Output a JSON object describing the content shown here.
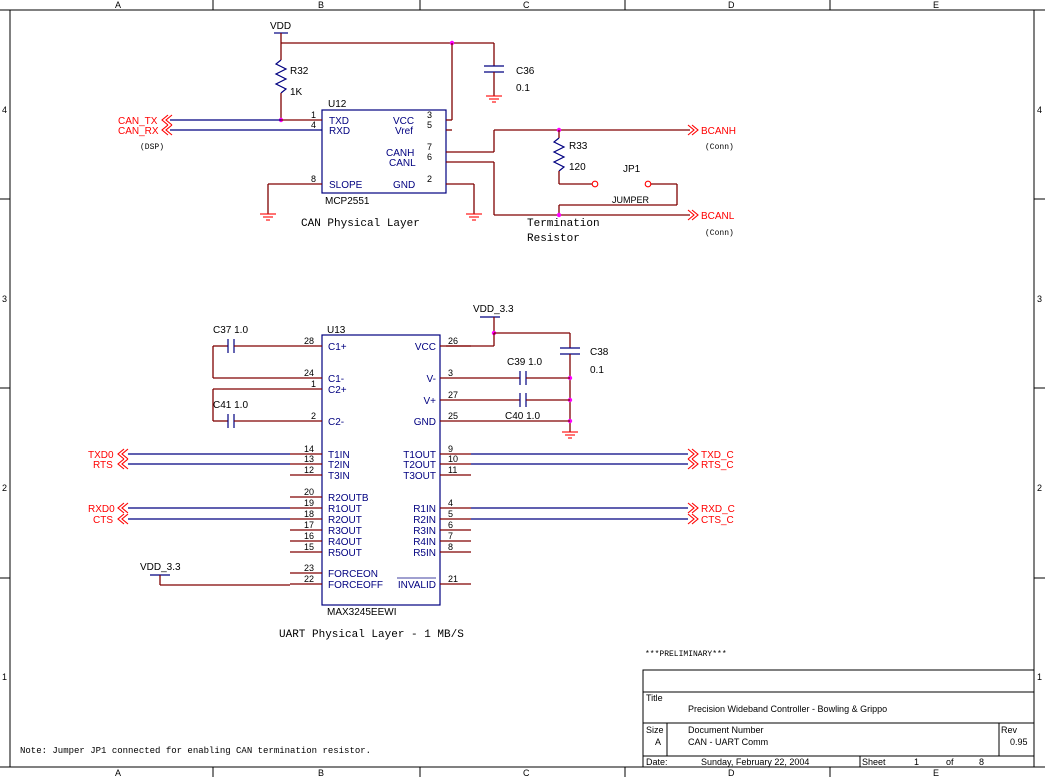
{
  "border": {
    "cols": [
      "A",
      "B",
      "C",
      "D",
      "E"
    ],
    "rows_right": [
      "4",
      "3",
      "2",
      "1"
    ],
    "rows_left": [
      "4",
      "3",
      "2",
      "1"
    ]
  },
  "can": {
    "vdd": "VDD",
    "r32": {
      "ref": "R32",
      "val": "1K"
    },
    "c36": {
      "ref": "C36",
      "val": "0.1"
    },
    "u12": {
      "ref": "U12",
      "part": "MCP2551",
      "pins_left": [
        {
          "num": "1",
          "name": "TXD"
        },
        {
          "num": "4",
          "name": "RXD"
        },
        {
          "num": "8",
          "name": "SLOPE"
        }
      ],
      "pins_right": [
        {
          "num": "3",
          "name": "VCC"
        },
        {
          "num": "5",
          "name": "Vref"
        },
        {
          "num": "7",
          "name": "CANH"
        },
        {
          "num": "6",
          "name": "CANL"
        },
        {
          "num": "2",
          "name": "GND"
        }
      ]
    },
    "ports_left": [
      "CAN_TX",
      "CAN_RX"
    ],
    "ports_left_note": "(DSP)",
    "r33": {
      "ref": "R33",
      "val": "120"
    },
    "jp1": {
      "ref": "JP1",
      "val": "JUMPER"
    },
    "ports_right": [
      {
        "name": "BCANH",
        "note": "(Conn)"
      },
      {
        "name": "BCANL",
        "note": "(Conn)"
      }
    ],
    "title": "CAN Physical Layer",
    "termination": [
      "Termination",
      "Resistor"
    ]
  },
  "uart": {
    "vdd": "VDD_3.3",
    "vdd2": "VDD_3.3",
    "u13": {
      "ref": "U13",
      "part": "MAX3245EEWI",
      "pins_left": [
        {
          "num": "28",
          "name": "C1+"
        },
        {
          "num": "24",
          "name": "C1-"
        },
        {
          "num": "1",
          "name": "C2+"
        },
        {
          "num": "2",
          "name": "C2-"
        },
        {
          "num": "14",
          "name": "T1IN"
        },
        {
          "num": "13",
          "name": "T2IN"
        },
        {
          "num": "12",
          "name": "T3IN"
        },
        {
          "num": "20",
          "name": "R2OUTB"
        },
        {
          "num": "19",
          "name": "R1OUT"
        },
        {
          "num": "18",
          "name": "R2OUT"
        },
        {
          "num": "17",
          "name": "R3OUT"
        },
        {
          "num": "16",
          "name": "R4OUT"
        },
        {
          "num": "15",
          "name": "R5OUT"
        },
        {
          "num": "23",
          "name": "FORCEON"
        },
        {
          "num": "22",
          "name": "FORCEOFF"
        }
      ],
      "pins_right": [
        {
          "num": "26",
          "name": "VCC"
        },
        {
          "num": "3",
          "name": "V-"
        },
        {
          "num": "27",
          "name": "V+"
        },
        {
          "num": "25",
          "name": "GND"
        },
        {
          "num": "9",
          "name": "T1OUT"
        },
        {
          "num": "10",
          "name": "T2OUT"
        },
        {
          "num": "11",
          "name": "T3OUT"
        },
        {
          "num": "4",
          "name": "R1IN"
        },
        {
          "num": "5",
          "name": "R2IN"
        },
        {
          "num": "6",
          "name": "R3IN"
        },
        {
          "num": "7",
          "name": "R4IN"
        },
        {
          "num": "8",
          "name": "R5IN"
        },
        {
          "num": "21",
          "name": "INVALID"
        }
      ]
    },
    "caps": {
      "c37": "C37 1.0",
      "c41": "C41 1.0",
      "c38": "C38",
      "c38v": "0.1",
      "c39": "C39 1.0",
      "c40": "C40 1.0"
    },
    "ports_left": [
      "TXD0",
      "RTS",
      "RXD0",
      "CTS"
    ],
    "ports_right": [
      "TXD_C",
      "RTS_C",
      "RXD_C",
      "CTS_C"
    ],
    "title": "UART Physical Layer - 1 MB/S"
  },
  "titleblock": {
    "prelim": "***PRELIMINARY***",
    "title_label": "Title",
    "title": "Precision Wideband Controller - Bowling & Grippo",
    "size_label": "Size",
    "size": "A",
    "docnum_label": "Document Number",
    "docnum": "CAN - UART Comm",
    "rev_label": "Rev",
    "rev": "0.95",
    "date_label": "Date:",
    "date": "Sunday, February 22, 2004",
    "sheet_label": "Sheet",
    "sheet": "1",
    "of_label": "of",
    "of": "8"
  },
  "note": "Note: Jumper JP1 connected for enabling CAN termination resistor."
}
